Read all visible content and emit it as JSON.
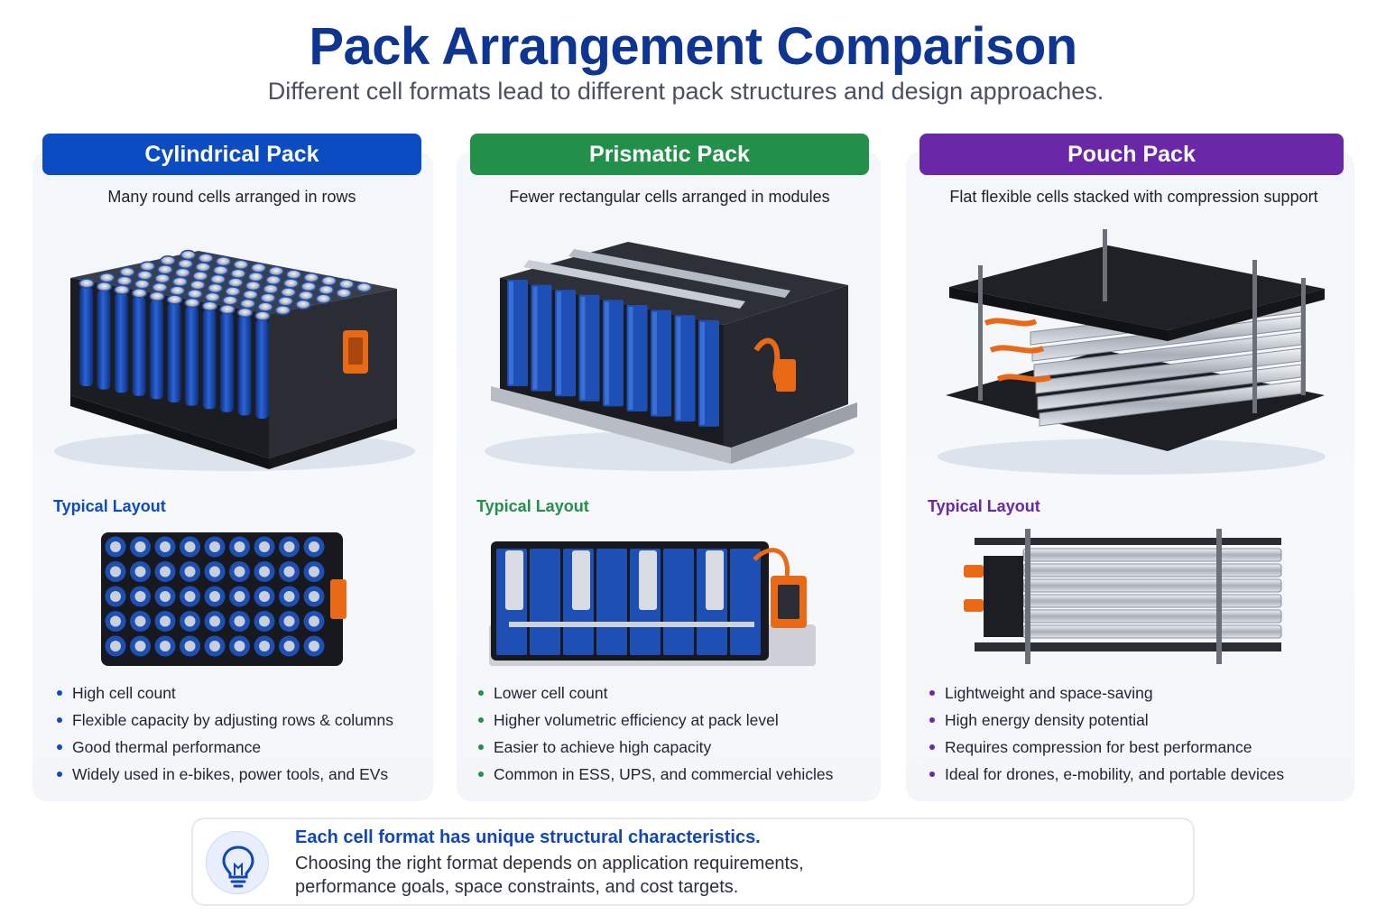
{
  "title": "Pack Arrangement Comparison",
  "subtitle": "Different cell formats lead to different pack structures and design approaches.",
  "colors": {
    "title": "#0d3591",
    "cylindrical": "#0b4cc2",
    "prismatic": "#23904a",
    "pouch": "#6a27a8",
    "cell_blue": "#1e4fb5"
  },
  "panels": [
    {
      "header": "Cylindrical Pack",
      "description": "Many round cells arranged in rows",
      "layout_label": "Typical Layout",
      "bullets": [
        "High cell count",
        "Flexible capacity by adjusting rows & columns",
        "Good thermal performance",
        "Widely used in e-bikes, power tools, and EVs"
      ]
    },
    {
      "header": "Prismatic Pack",
      "description": "Fewer rectangular cells arranged in modules",
      "layout_label": "Typical Layout",
      "bullets": [
        "Lower cell count",
        "Higher volumetric efficiency at pack level",
        "Easier to achieve high capacity",
        "Common in ESS, UPS, and commercial vehicles"
      ]
    },
    {
      "header": "Pouch Pack",
      "description": "Flat flexible cells stacked with compression support",
      "layout_label": "Typical Layout",
      "bullets": [
        "Lightweight and space-saving",
        "High energy density potential",
        "Requires compression for best performance",
        "Ideal for drones, e-mobility, and portable devices"
      ]
    }
  ],
  "callout": {
    "icon": "lightbulb-icon",
    "heading": "Each cell format has unique structural characteristics.",
    "body": "Choosing the right format depends on application requirements, performance goals, space constraints, and cost targets."
  }
}
